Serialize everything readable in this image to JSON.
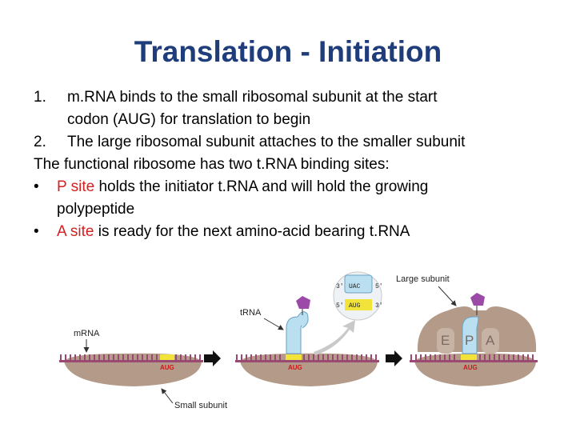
{
  "slide": {
    "title": "Translation - Initiation",
    "items": [
      {
        "num": "1.",
        "text_line1": "m.RNA binds to the small ribosomal subunit at the start",
        "text_line2": "codon (AUG) for translation to begin"
      },
      {
        "num": "2.",
        "text": "The large ribosomal subunit attaches to the smaller subunit"
      }
    ],
    "statement": "The functional ribosome has two t.RNA binding sites:",
    "bullets": [
      {
        "marker": "•",
        "highlight": "P site",
        "rest_line1": " holds the initiator t.RNA and will hold the growing",
        "rest_line2": "polypeptide"
      },
      {
        "marker": "•",
        "highlight": "A site",
        "rest_line1": " is ready for the next amino-acid bearing t.RNA"
      }
    ]
  },
  "figure": {
    "labels": {
      "mrna": "mRNA",
      "small_subunit": "Small subunit",
      "trna": "tRNA",
      "large_subunit": "Large subunit",
      "start_codon": "AUG",
      "anticodon": "UAC",
      "codon": "AUG",
      "end5": "5'",
      "end3": "3'",
      "site_e": "E",
      "site_p": "P",
      "site_a": "A"
    },
    "colors": {
      "title": "#1f3d7a",
      "highlight": "#d42020",
      "subunit": "#b49a88",
      "trna": "#b9dff0",
      "amino_acid": "#9b4aa8",
      "codon": "#f2e33a"
    }
  }
}
